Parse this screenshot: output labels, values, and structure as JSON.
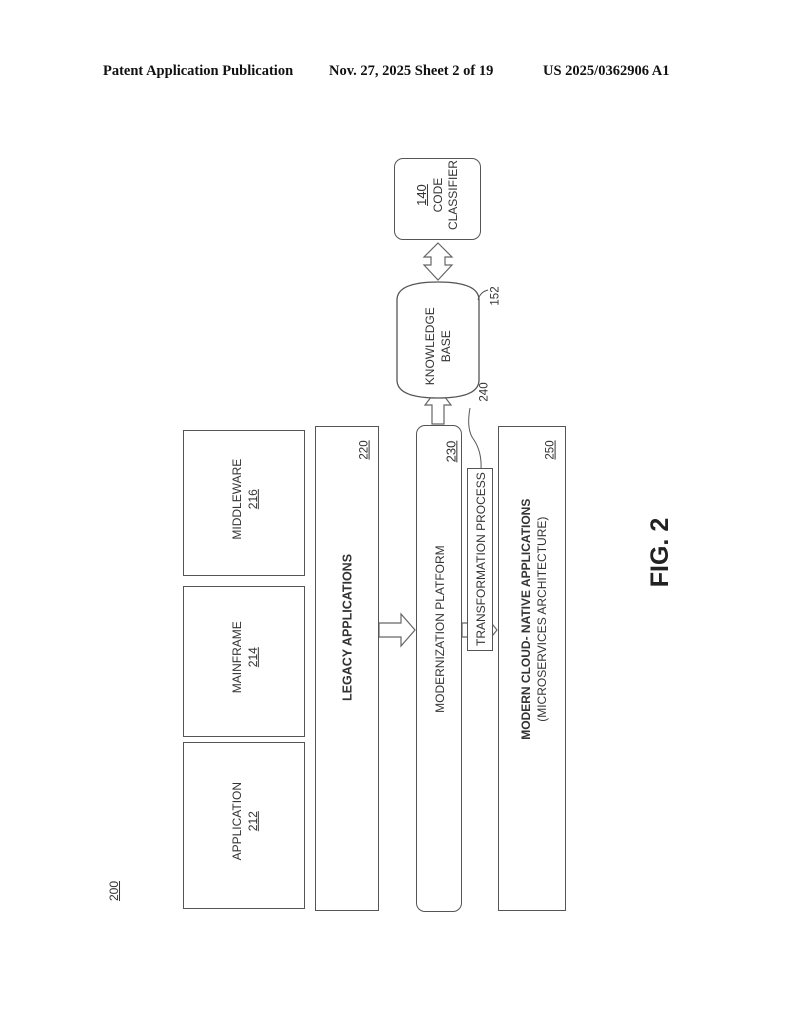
{
  "header": {
    "publication": "Patent Application Publication",
    "date_sheet": "Nov. 27, 2025  Sheet 2 of 19",
    "patent_number": "US 2025/0362906 A1"
  },
  "figure": {
    "ref": "200",
    "label": "FIG. 2"
  },
  "diagram": {
    "application": {
      "label": "APPLICATION",
      "ref": "212"
    },
    "mainframe": {
      "label": "MAINFRAME",
      "ref": "214"
    },
    "middleware": {
      "label": "MIDDLEWARE",
      "ref": "216"
    },
    "legacy": {
      "label": "LEGACY APPLICATIONS",
      "ref": "220"
    },
    "modernization": {
      "label": "MODERNIZATION PLATFORM",
      "ref": "230"
    },
    "transformation": {
      "label": "TRANSFORMATION PROCESS",
      "ref": "240"
    },
    "cloud_native": {
      "line1": "MODERN CLOUD- NATIVE APPLICATIONS",
      "line2": "(MICROSERVICES ARCHITECTURE)",
      "ref": "250"
    },
    "knowledge_base": {
      "line1": "KNOWLEDGE",
      "line2": "BASE",
      "ref": "152"
    },
    "code_classifier": {
      "ref": "140",
      "line1": "CODE",
      "line2": "CLASSIFIER"
    }
  }
}
